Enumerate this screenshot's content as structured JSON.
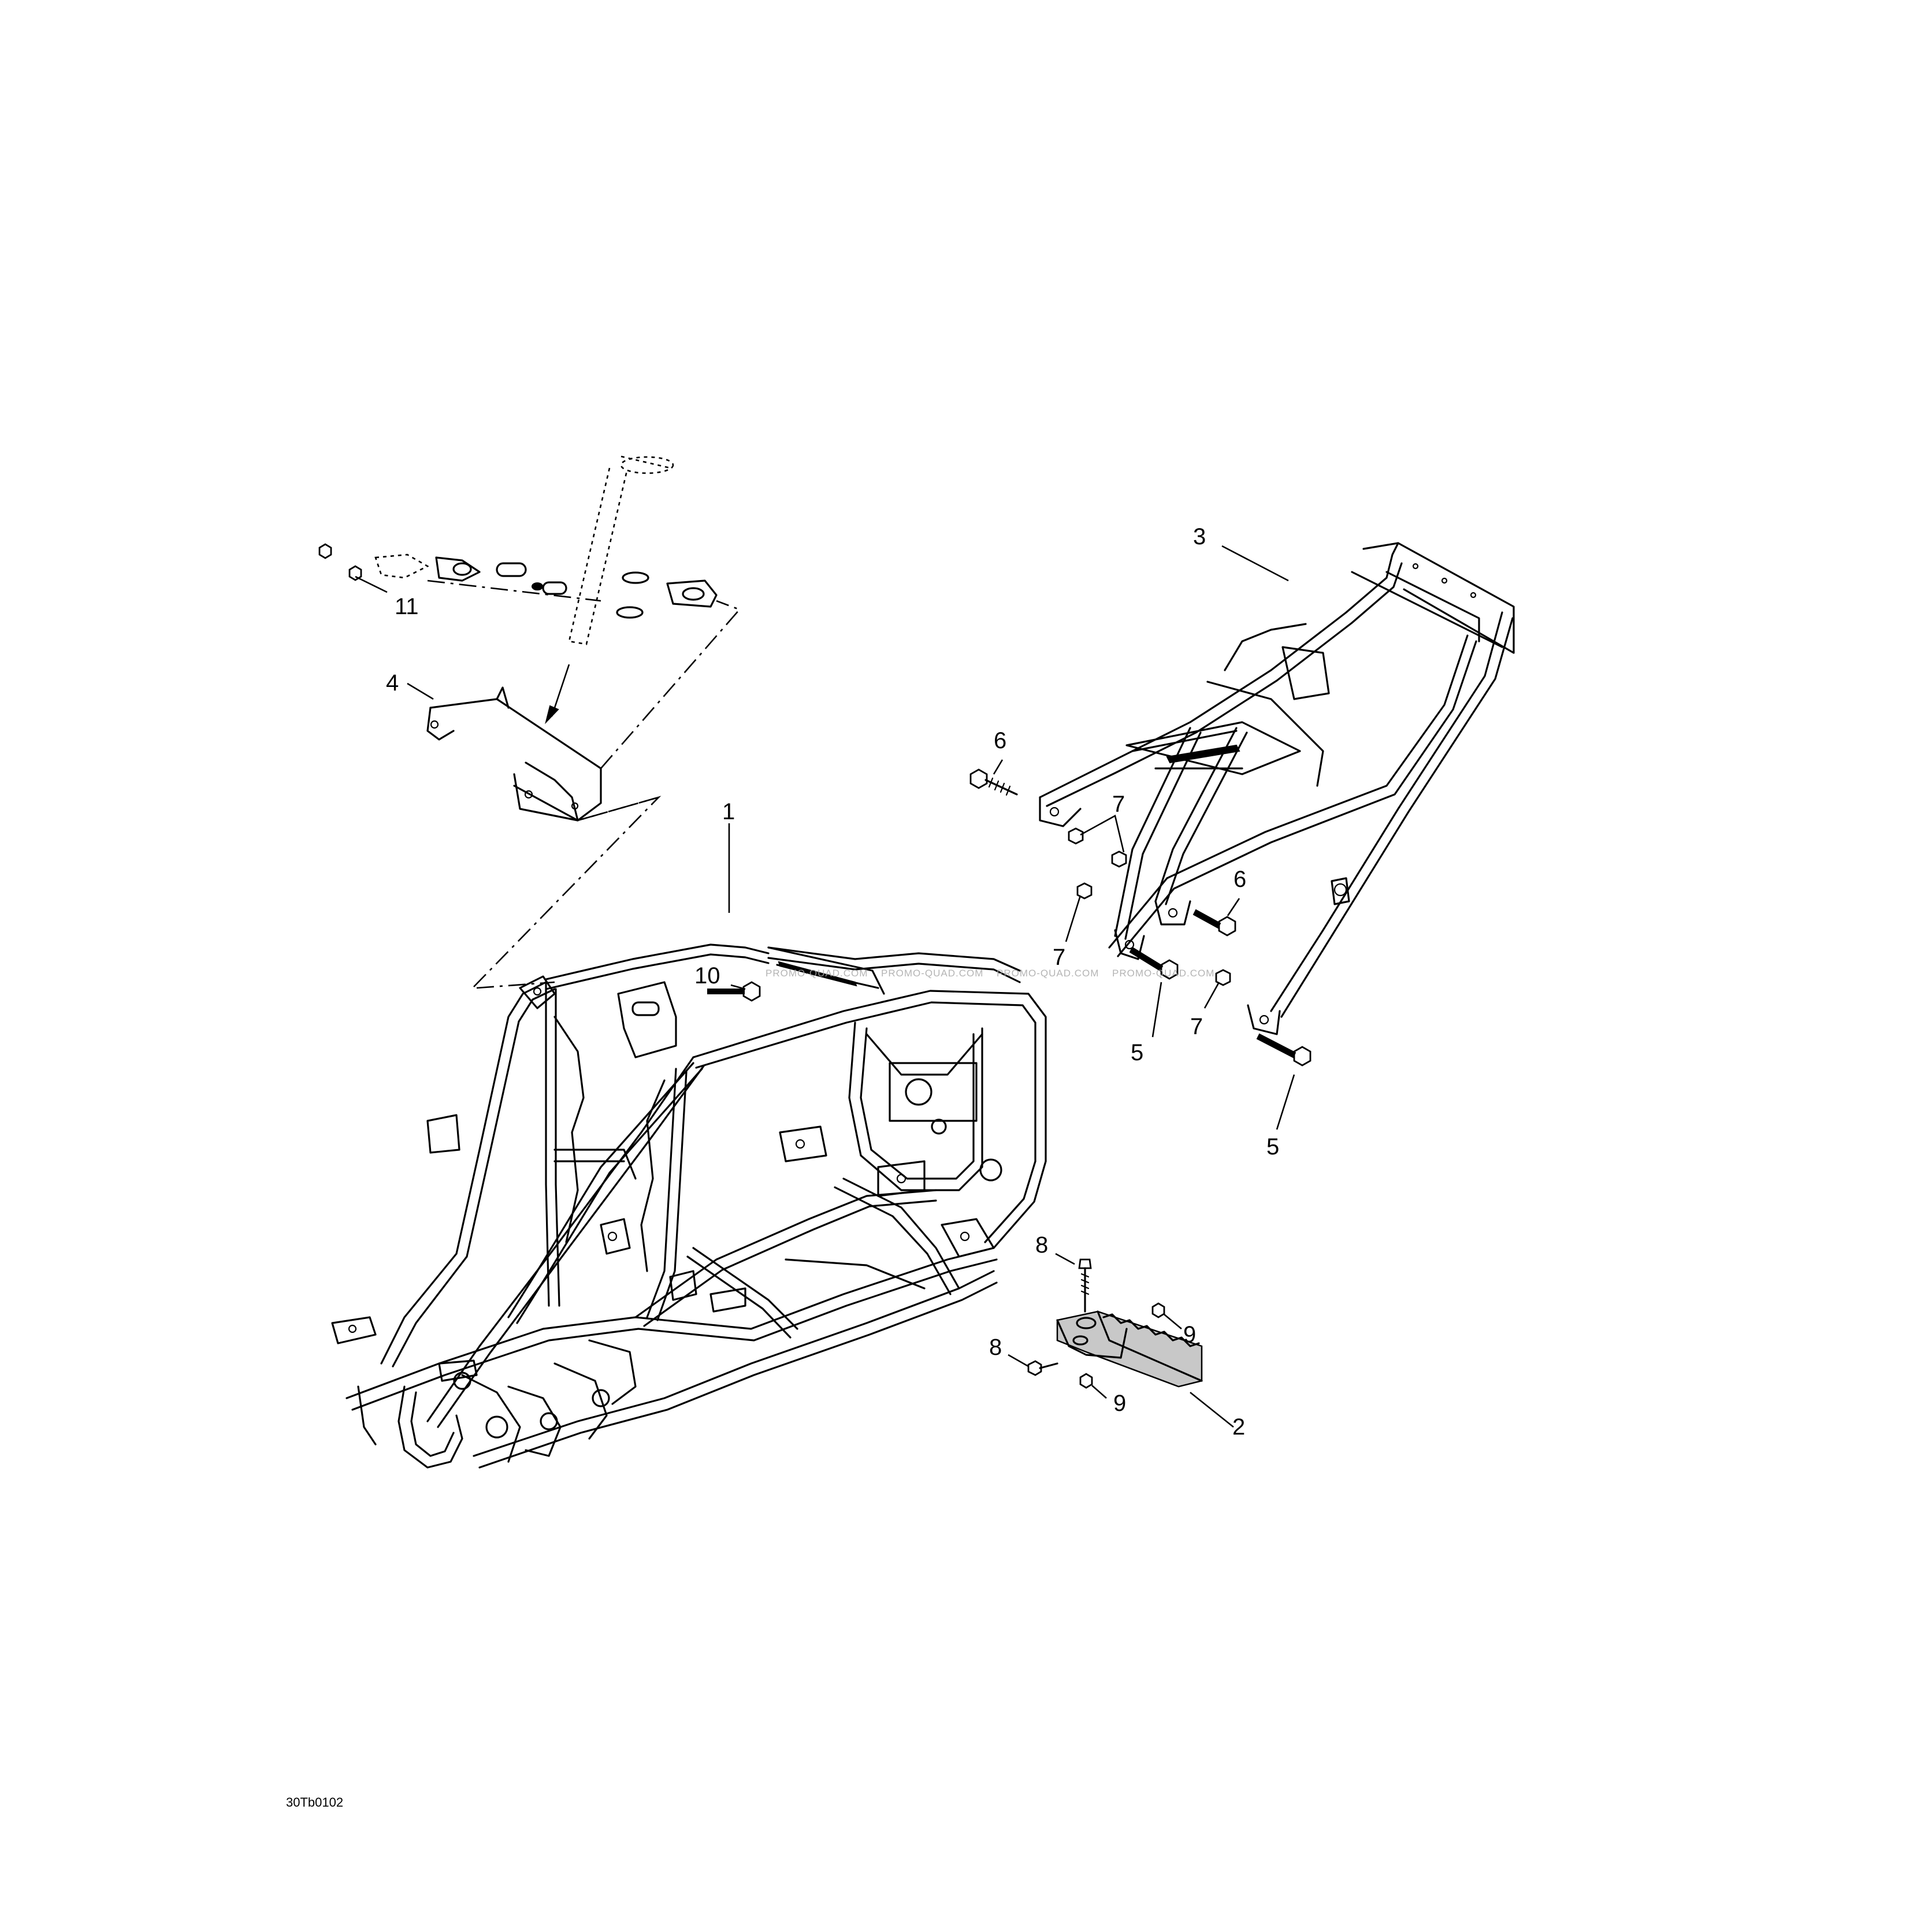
{
  "diagram_code": "30Tb0102",
  "watermark": "PROMO-QUAD.COM",
  "callouts": [
    {
      "id": "c1",
      "label": "1"
    },
    {
      "id": "c2",
      "label": "2"
    },
    {
      "id": "c3",
      "label": "3"
    },
    {
      "id": "c4",
      "label": "4"
    },
    {
      "id": "c5a",
      "label": "5"
    },
    {
      "id": "c5b",
      "label": "5"
    },
    {
      "id": "c6a",
      "label": "6"
    },
    {
      "id": "c6b",
      "label": "6"
    },
    {
      "id": "c7a",
      "label": "7"
    },
    {
      "id": "c7b",
      "label": "7"
    },
    {
      "id": "c7c",
      "label": "7"
    },
    {
      "id": "c8a",
      "label": "8"
    },
    {
      "id": "c8b",
      "label": "8"
    },
    {
      "id": "c9a",
      "label": "9"
    },
    {
      "id": "c9b",
      "label": "9"
    },
    {
      "id": "c10",
      "label": "10"
    },
    {
      "id": "c11",
      "label": "11"
    }
  ]
}
